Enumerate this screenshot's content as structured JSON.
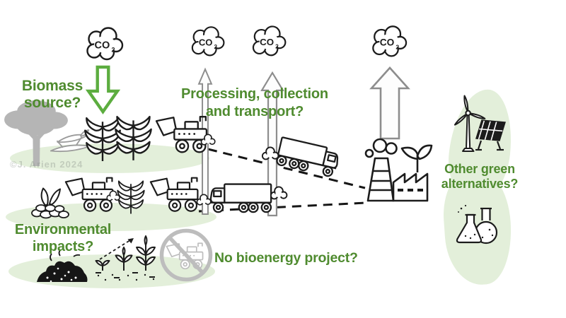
{
  "colors": {
    "label_green": "#4f8b2f",
    "arrow_green": "#5cad3f",
    "blob_green": "#e3efda",
    "icon_black": "#1c1c1c",
    "arrow_gray": "#8d8d8d",
    "silhouette_gray": "#b5b5b5"
  },
  "labels": {
    "biomass_line1": "Biomass",
    "biomass_line2": "source?",
    "processing_line1": "Processing, collection",
    "processing_line2": "and transport?",
    "other_green_line1": "Other green",
    "other_green_line2": "alternatives?",
    "environmental_line1": "Environmental",
    "environmental_line2": "impacts?",
    "no_bioenergy": "No bioenergy project?",
    "watermark": "©J. Arien 2024"
  },
  "co2": {
    "formula": "CO",
    "subscript": "2"
  },
  "icons": {
    "co2_cloud": "hand-drawn cloud containing CO2 formula (x4)",
    "co2_down_arrow": "green hollow arrow pointing down onto the crops",
    "co2_up_arrow_thin": "thin gray hollow arrow rising from the field",
    "co2_up_arrow_medium": "medium gray hollow arrow rising from the trucks",
    "co2_up_arrow_large": "large gray hollow arrow rising from the bioenergy plant",
    "tree_silhouette": "gray tree silhouette",
    "crop_plant": "leafy crop plant",
    "fallen_branches": "cut branches lying on the ground",
    "forage_harvester": "harvester with collection chute and exhaust pipe",
    "exhaust_puff": "engine exhaust smoke puff",
    "box_truck": "box truck hauling biomass",
    "dashed_route": "dashed haul lines converging on the plant",
    "bioenergy_plant": "factory with chimney, smoke clouds and green sprout",
    "wind_turbine": "wind turbine",
    "solar_panel": "tilted solar panel",
    "chemistry_flasks": "two laboratory flasks",
    "compost_pile": "black compost heap with steam",
    "plant_growth_stages": "seedlings growing along a dashed arrow over soil",
    "no_machinery_sign": "grey crossed-out circle over a harvester",
    "leaf_pile": "leaves and stone pile"
  }
}
